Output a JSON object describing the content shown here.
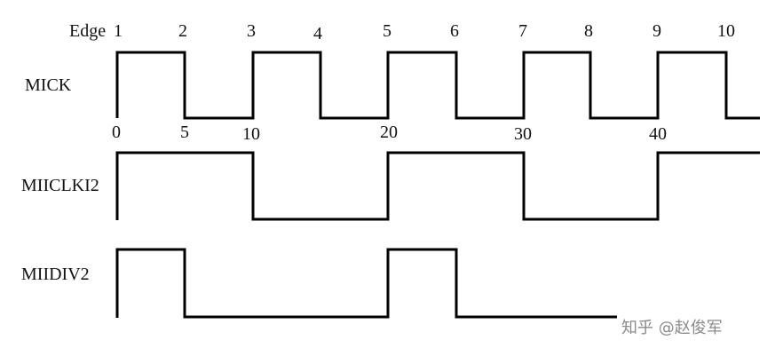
{
  "edge_label_prefix": "Edge",
  "edge_numbers": [
    "1",
    "2",
    "3",
    "4",
    "5",
    "6",
    "7",
    "8",
    "9",
    "10"
  ],
  "time_labels": [
    "0",
    "5",
    "10",
    "20",
    "30",
    "40"
  ],
  "signals": {
    "mick": {
      "name": "MICK",
      "levels": [
        1,
        0,
        1,
        0,
        1,
        0,
        1,
        0,
        1,
        0
      ]
    },
    "miiclki2": {
      "name": "MIICLKI2",
      "levels": [
        1,
        1,
        0,
        0,
        1,
        1,
        0,
        0,
        1,
        1
      ]
    },
    "miidiv2": {
      "name": "MIIDIV2",
      "levels": [
        1,
        0,
        0,
        0,
        1,
        0,
        0,
        0,
        0,
        0
      ]
    }
  },
  "watermark": "知乎 @赵俊军"
}
